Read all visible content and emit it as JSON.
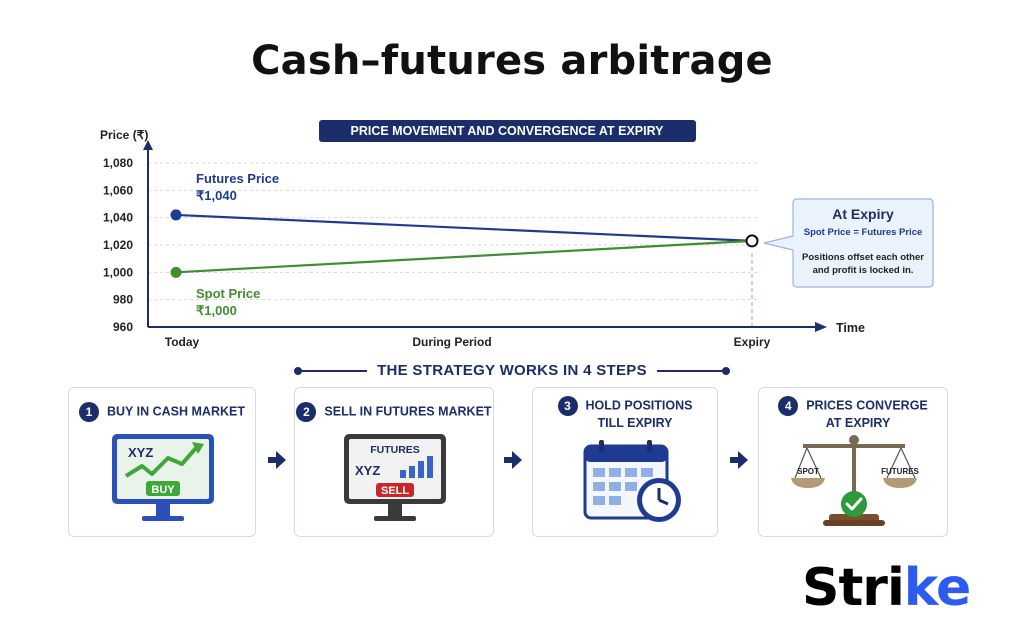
{
  "title": "Cash–futures arbitrage",
  "chart_data": {
    "type": "line",
    "title": "PRICE MOVEMENT AND CONVERGENCE AT EXPIRY",
    "ylabel": "Price (₹)",
    "xlabel": "Time",
    "ylim": [
      960,
      1080
    ],
    "yticks": [
      960,
      980,
      1000,
      1020,
      1040,
      1060,
      1080
    ],
    "yticklabels": [
      "960",
      "980",
      "1,000",
      "1,020",
      "1,040",
      "1,060",
      "1,080"
    ],
    "xticklabels": [
      "Today",
      "During Period",
      "Expiry"
    ],
    "grid": true,
    "series": [
      {
        "name": "Futures Price",
        "label_value": "₹1,040",
        "color": "#1f3a93",
        "points": [
          {
            "x": 0,
            "y": 1042
          },
          {
            "x": 1,
            "y": 1023
          }
        ]
      },
      {
        "name": "Spot Price",
        "label_value": "₹1,000",
        "color": "#3f8f2f",
        "points": [
          {
            "x": 0,
            "y": 1000
          },
          {
            "x": 1,
            "y": 1023
          }
        ]
      }
    ],
    "annotation": {
      "title": "At Expiry",
      "subtitle": "Spot Price = Futures Price",
      "line1": "Positions offset each other",
      "line2": "and profit is locked in."
    }
  },
  "steps_heading": "THE STRATEGY WORKS IN 4 STEPS",
  "steps": [
    {
      "num": "1",
      "line1": "BUY IN CASH MARKET",
      "line2": "",
      "screen_text": "XYZ",
      "button_text": "BUY"
    },
    {
      "num": "2",
      "line1": "SELL IN FUTURES MARKET",
      "line2": "",
      "screen_title": "FUTURES",
      "screen_text": "XYZ",
      "button_text": "SELL"
    },
    {
      "num": "3",
      "line1": "HOLD POSITIONS",
      "line2": "TILL EXPIRY"
    },
    {
      "num": "4",
      "line1": "PRICES CONVERGE",
      "line2": "AT EXPIRY",
      "left_pan": "SPOT",
      "right_pan": "FUTURES"
    }
  ],
  "brand": {
    "prefix": "Stri",
    "accent": "ke"
  },
  "colors": {
    "navy": "#1b2e6b",
    "futures": "#1f3a93",
    "spot": "#3f8f2f",
    "card_border": "#cfdcef"
  }
}
